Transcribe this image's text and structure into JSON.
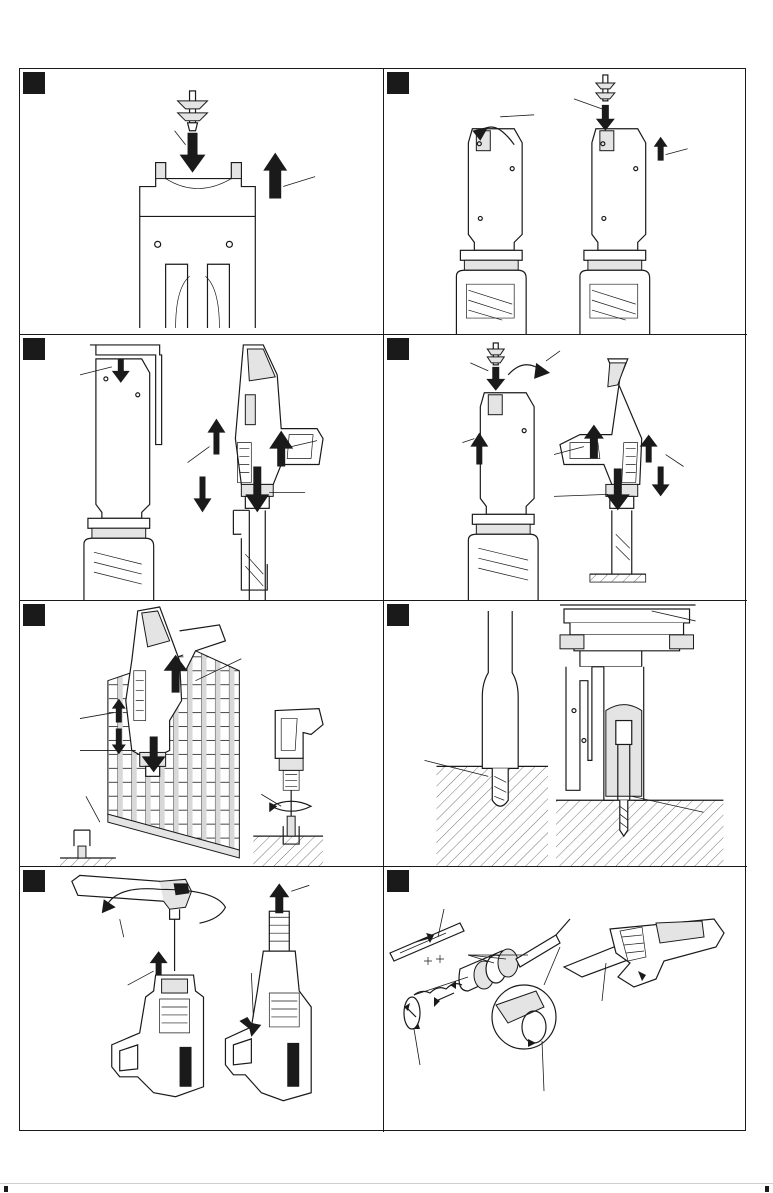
{
  "steps": [
    {
      "id": 1,
      "label": ""
    },
    {
      "id": 2,
      "label": ""
    },
    {
      "id": 3,
      "label": ""
    },
    {
      "id": 4,
      "label": ""
    },
    {
      "id": 5,
      "label": ""
    },
    {
      "id": 6,
      "label": ""
    },
    {
      "id": 7,
      "label": ""
    },
    {
      "id": 8,
      "label": ""
    }
  ],
  "icons": {
    "arrow": "arrow-icon",
    "rotation": "rotation-icon",
    "screw": "screw-anchor-icon",
    "tool": "drill-tool-icon"
  },
  "colors": {
    "ink": "#1a1a1a",
    "paper": "#ffffff",
    "shade": "#e4e4e4"
  }
}
